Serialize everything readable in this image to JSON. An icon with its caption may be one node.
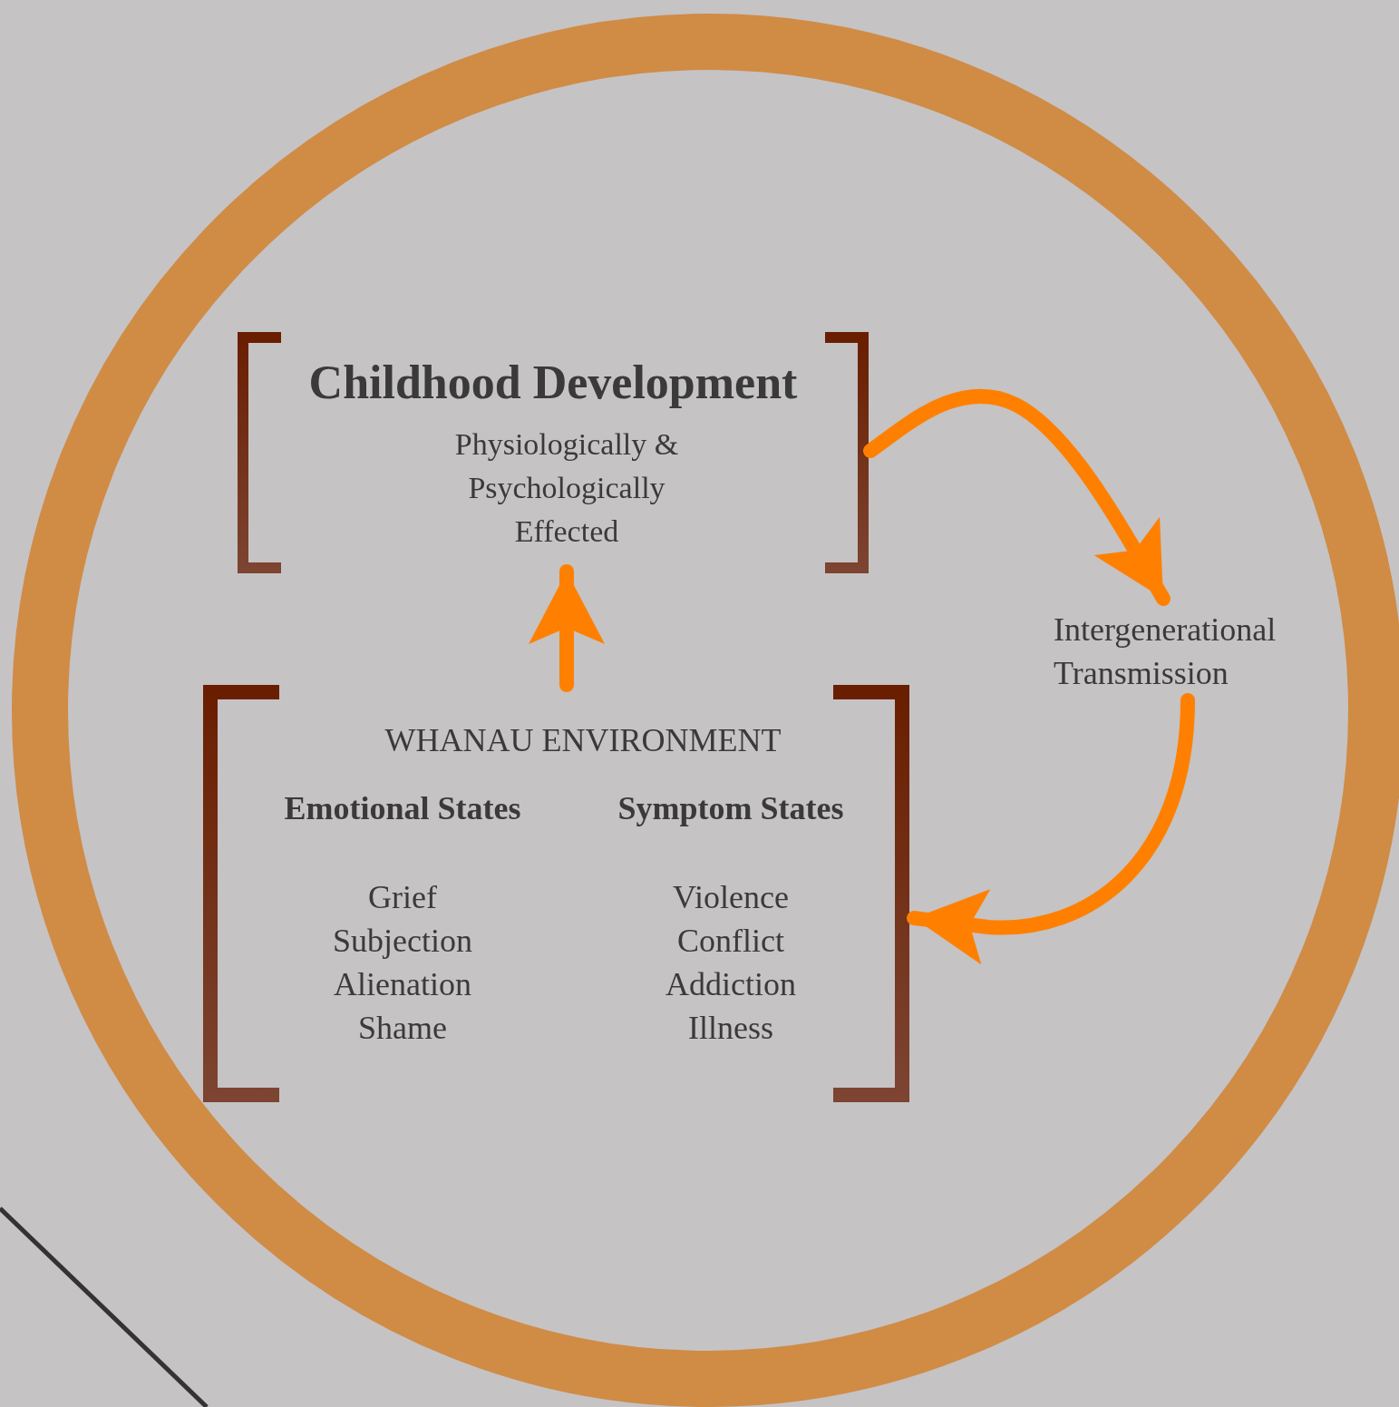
{
  "diagram": {
    "nodes": [
      {
        "text": [
          "Childhood Development",
          "Physiologically & Psychologically Effected"
        ]
      },
      {
        "text": [
          "Intergenerational Transmission"
        ]
      },
      {
        "text": [
          "WHANAU ENVIRONMENT",
          "Emotional States",
          "Symptom States",
          "Grief Subjection Alienation Shame",
          "Violence Conflict Addiction Illness"
        ]
      }
    ],
    "edges": [
      {
        "from": 0,
        "to": 1,
        "arrow": "to"
      },
      {
        "from": 1,
        "to": 2,
        "arrow": "to"
      },
      {
        "from": 2,
        "to": 0,
        "arrow": "to"
      }
    ]
  }
}
